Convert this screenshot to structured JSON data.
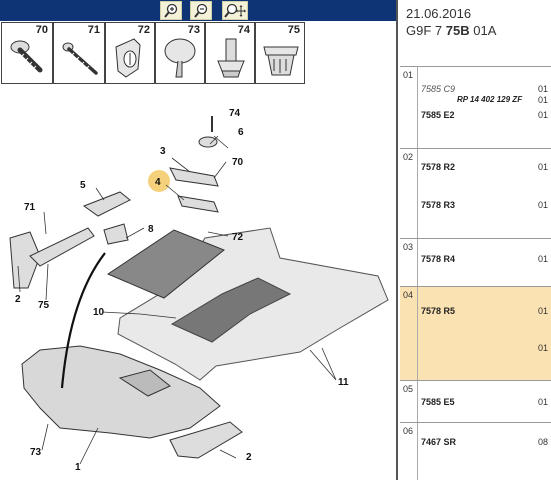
{
  "toolbar": {
    "zoom_in": "zoom-in",
    "zoom_out": "zoom-out",
    "zoom_fit": "zoom-fit"
  },
  "fasteners": [
    {
      "num": "70",
      "icon": "screw-icon"
    },
    {
      "num": "71",
      "icon": "screw-icon"
    },
    {
      "num": "72",
      "icon": "plug-icon"
    },
    {
      "num": "73",
      "icon": "push-pin-icon"
    },
    {
      "num": "74",
      "icon": "nut-icon"
    },
    {
      "num": "75",
      "icon": "clip-icon"
    }
  ],
  "diagram": {
    "labels": [
      "74",
      "6",
      "3",
      "70",
      "4",
      "5",
      "71",
      "8",
      "72",
      "10",
      "2",
      "75",
      "11",
      "73",
      "1",
      "2"
    ]
  },
  "header": {
    "date": "21.06.2016",
    "ref_a": "G9F 7",
    "ref_b": "75B",
    "ref_c": "01A"
  },
  "rows": [
    {
      "idx": "01",
      "line1": "7585 C9",
      "line2": "RP 14 402 129 ZF",
      "line3": "7585 E2",
      "q1": "01",
      "q2": "01",
      "q3": "01"
    },
    {
      "idx": "02",
      "line1": "7578 R2",
      "line2": "7578 R3",
      "q1": "01",
      "q2": "01"
    },
    {
      "idx": "03",
      "line1": "7578 R4",
      "q1": "01"
    },
    {
      "idx": "04",
      "line1": "7578 R5",
      "q1": "01",
      "q2": "01"
    },
    {
      "idx": "05",
      "line1": "7585 E5",
      "q1": "01"
    },
    {
      "idx": "06",
      "line1": "7467 SR",
      "q1": "08"
    }
  ],
  "colors": {
    "toolbar_bg": "#0f3476",
    "selected_row": "#fbe2b3"
  }
}
